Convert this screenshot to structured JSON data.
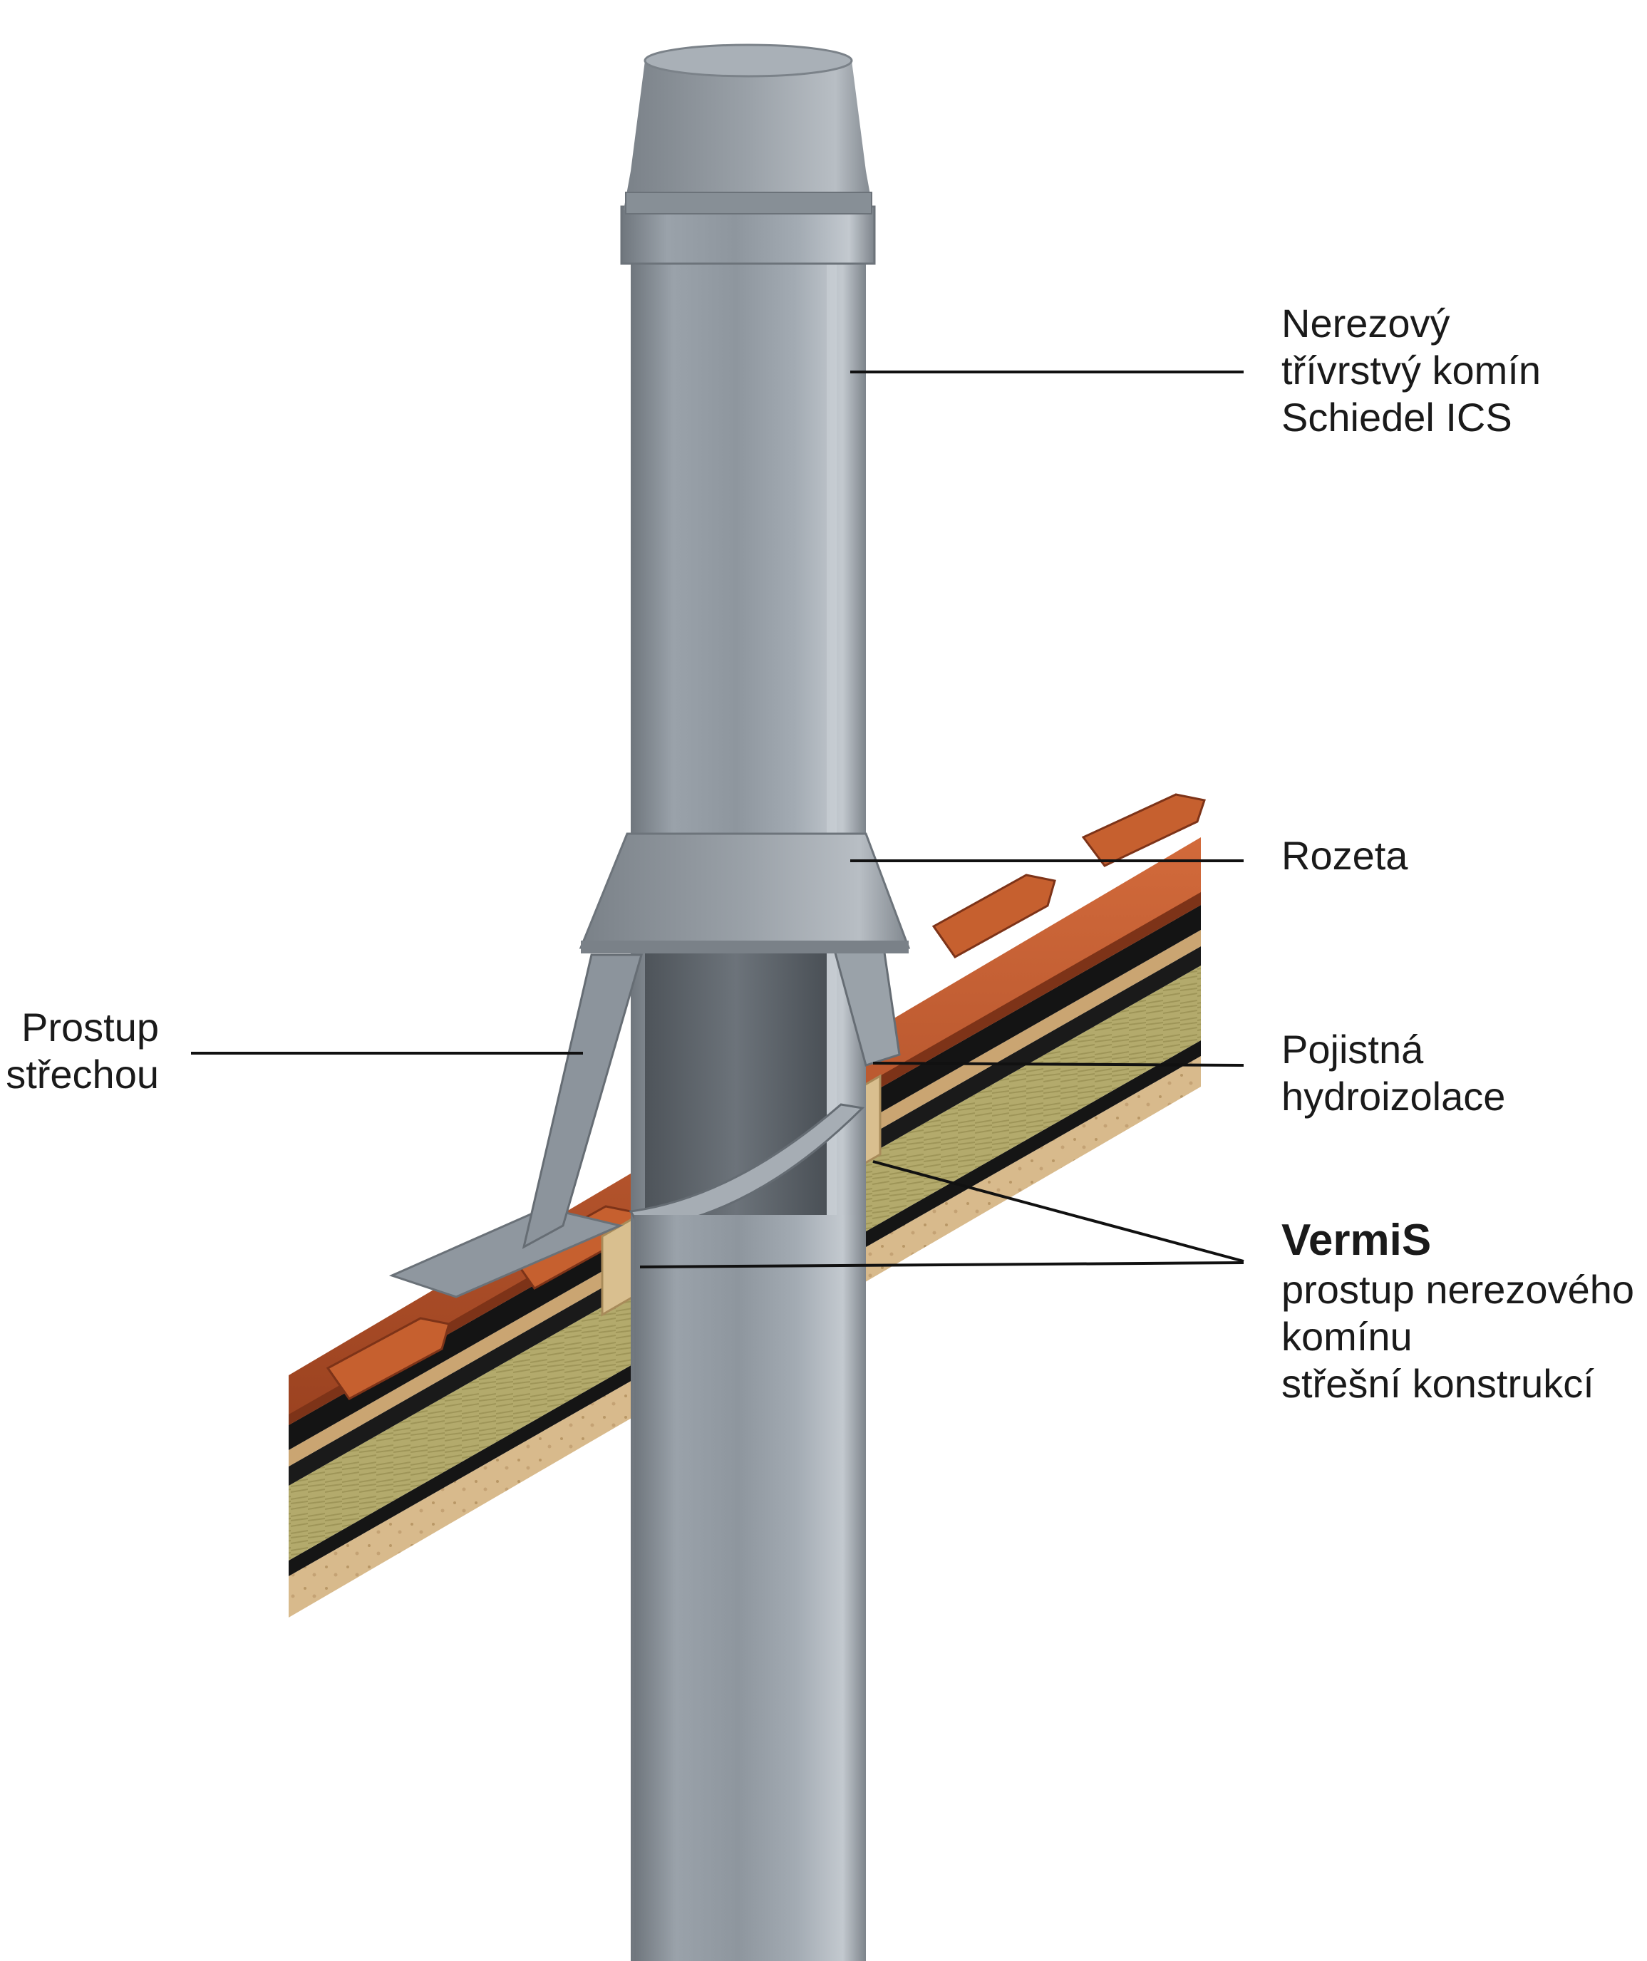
{
  "colors": {
    "steel": "#8e969e",
    "steel_dark": "#5c636a",
    "steel_light": "#c3c9cf",
    "tile": "#b9552c",
    "tile_dark": "#7d3318",
    "insulation": "#b6ad6f",
    "wood": "#d7b787",
    "leader_line": "#111111",
    "text": "#1a1a1a"
  },
  "labels": {
    "chimney": {
      "lines": [
        "Nerezový",
        "třívrstvý komín",
        "Schiedel ICS"
      ]
    },
    "rosette": {
      "lines": [
        "Rozeta"
      ]
    },
    "roof_passage": {
      "lines": [
        "Prostup",
        "střechou"
      ]
    },
    "underlay": {
      "lines": [
        "Pojistná",
        "hydroizolace"
      ]
    },
    "vermis": {
      "title": "VermiS",
      "lines": [
        "prostup nerezového",
        "komínu",
        "střešní konstrukcí"
      ]
    }
  }
}
